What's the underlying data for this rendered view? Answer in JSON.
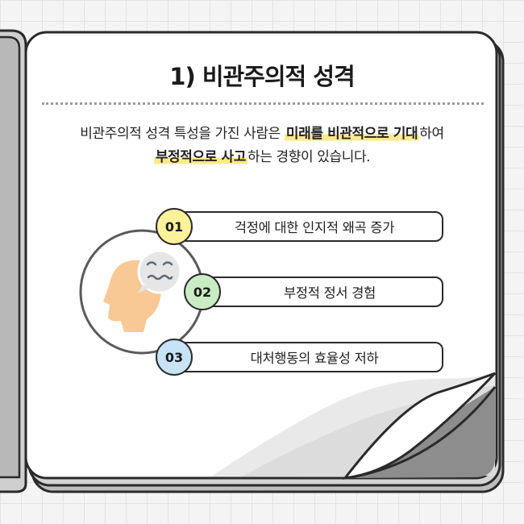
{
  "title": "1) 비관주의적 성격",
  "intro": {
    "line1_plain": "비관주의적 성격 특성을 가진 사람은 ",
    "line1_highlight": "미래를 비관적으로 기대",
    "line1_end": "하여",
    "line2_highlight": "부정적으로 사고",
    "line2_end": "하는 경향이 있습니다."
  },
  "items": [
    {
      "number": "01",
      "label": "걱정에 대한 인지적 왜곡 증가",
      "badge_color": "#fdf29a"
    },
    {
      "number": "02",
      "label": "부정적 정서 경험",
      "badge_color": "#c9ecc2"
    },
    {
      "number": "03",
      "label": "대처행동의 효율성 저하",
      "badge_color": "#c8e3f7"
    }
  ],
  "colors": {
    "highlight": "#ffe98a",
    "skin": "#f8c895",
    "bubble": "#e6e6e6",
    "outline": "#2a2a2a"
  },
  "icons": {
    "head": "head-profile-icon",
    "bubble": "worried-face-bubble-icon"
  }
}
